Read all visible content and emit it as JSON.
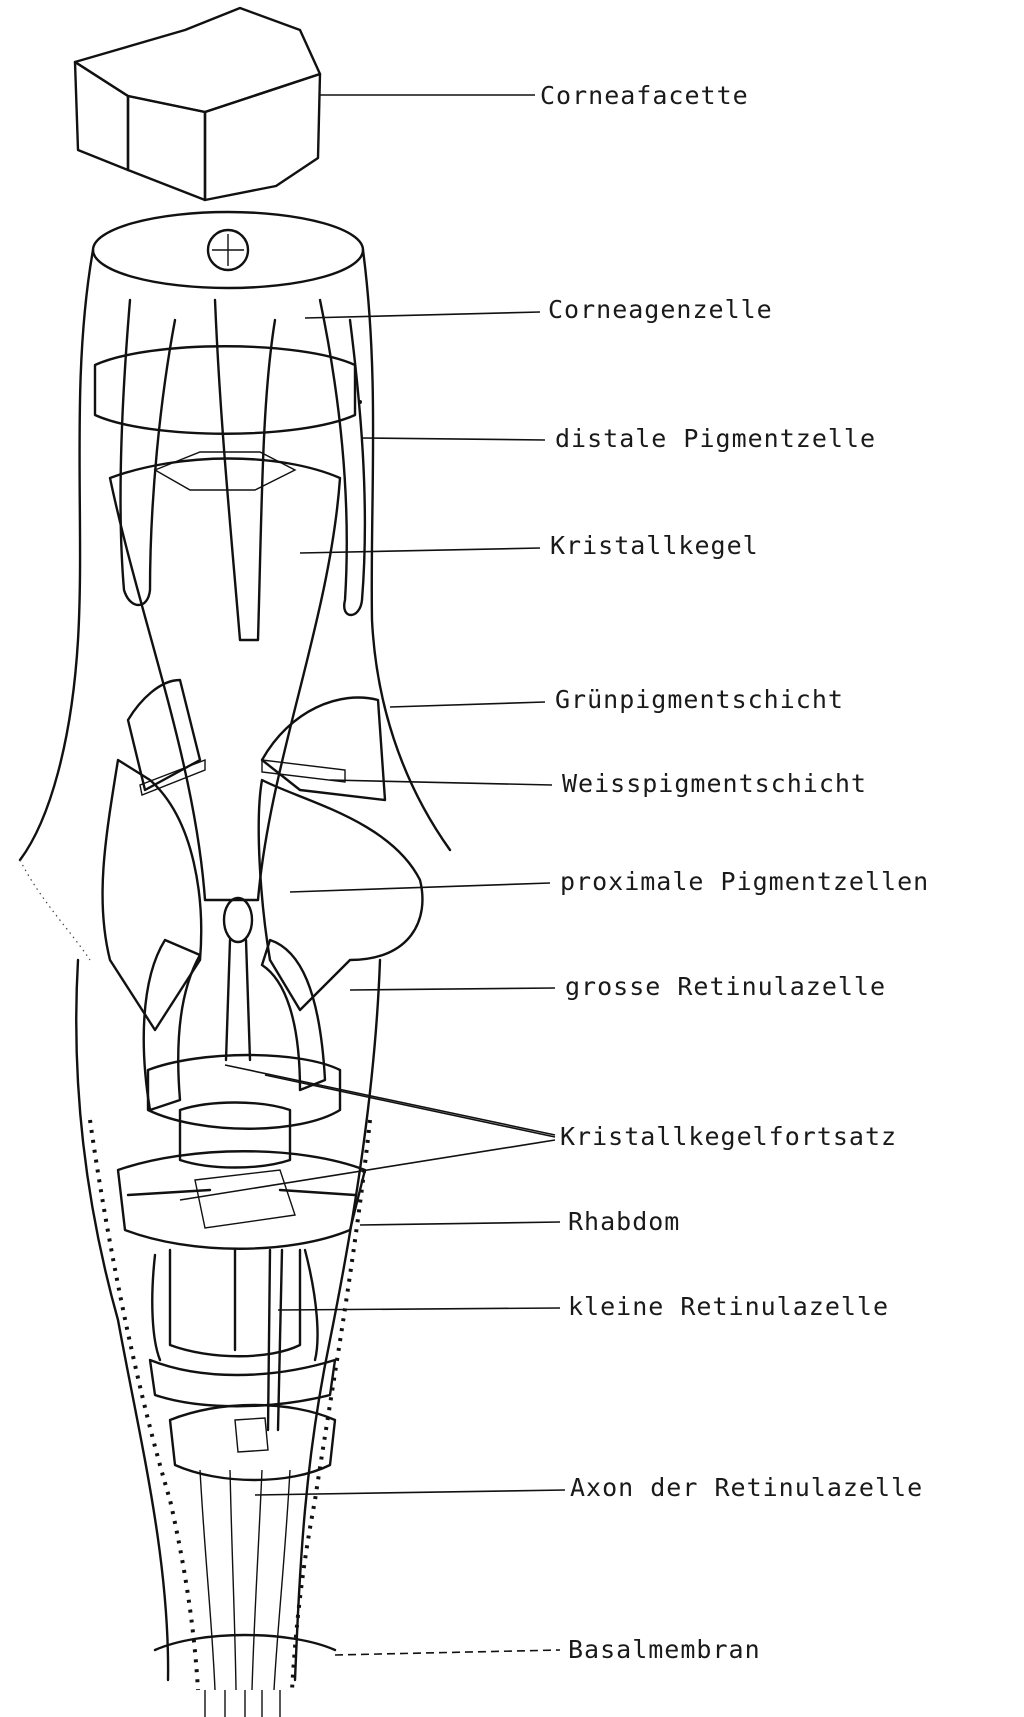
{
  "labels": {
    "corneafacette": "Corneafacette",
    "corneagenzelle": "Corneagenzelle",
    "distale_pigmentzelle": "distale Pigmentzelle",
    "kristallkegel": "Kristallkegel",
    "gruenpigmentschicht": "Grünpigmentschicht",
    "weisspigmentschicht": "Weisspigmentschicht",
    "proximale_pigmentzellen": "proximale Pigmentzellen",
    "grosse_retinulazelle": "grosse Retinulazelle",
    "kristallkegelfortsatz": "Kristallkegelfortsatz",
    "rhabdom": "Rhabdom",
    "kleine_retinulazelle": "kleine Retinulazelle",
    "axon_der_retinulazelle": "Axon der Retinulazelle",
    "basalmembran": "Basalmembran"
  }
}
